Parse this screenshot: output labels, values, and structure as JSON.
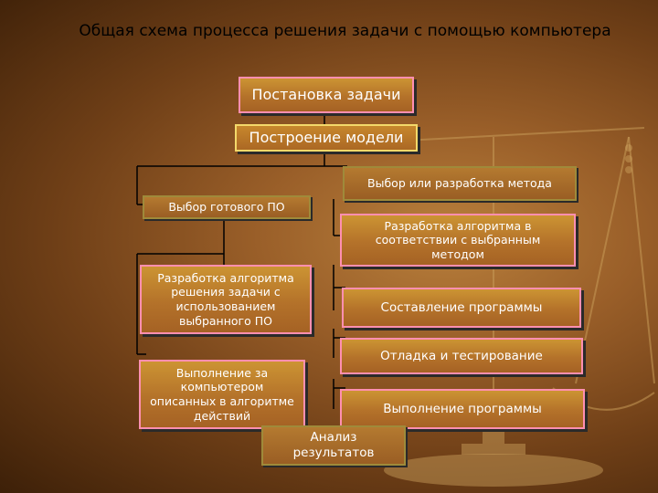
{
  "title": "Общая схема процесса решения задачи с помощью компьютера",
  "nodes": {
    "problem_statement": "Постановка задачи",
    "model_building": "Построение модели",
    "method_selection": "Выбор или разработка метода",
    "ready_software": "Выбор готового ПО",
    "algorithm_for_method": "Разработка алгоритма в соответствии с выбранным методом",
    "algorithm_with_software": "Разработка алгоритма решения задачи с использованием выбранного ПО",
    "programming": "Составление программы",
    "debugging": "Отладка и тестирование",
    "execution_on_computer": "Выполнение за компьютером описанных в алгоритме действий",
    "program_execution": "Выполнение программы",
    "result_analysis": "Анализ результатов"
  },
  "colors": {
    "box_border_primary": "#ff8fb0",
    "box_border_highlight": "#f3d96a",
    "box_fill": "#b4722a",
    "connector": "#000000",
    "title_text": "#000000",
    "box_text": "#ffffff"
  }
}
